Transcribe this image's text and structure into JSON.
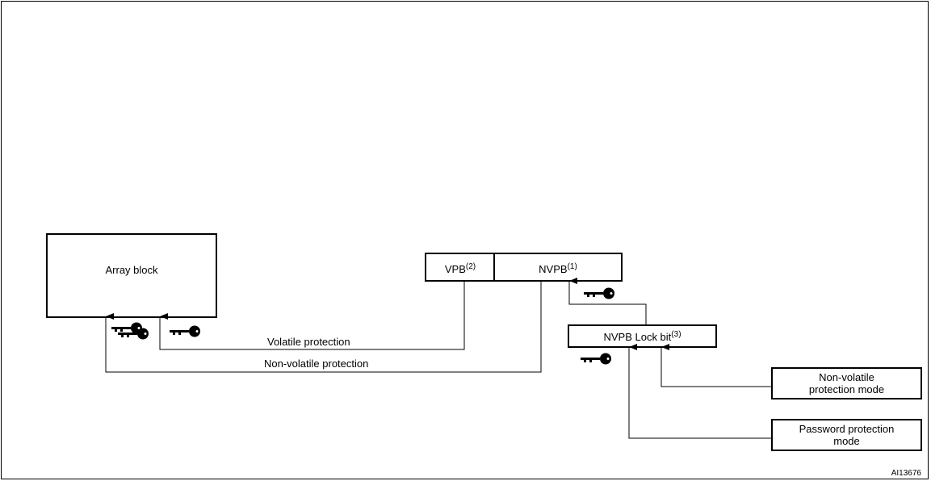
{
  "blocks": {
    "array_block": "Array block",
    "vpb": {
      "text": "VPB",
      "note": "(2)"
    },
    "nvpb": {
      "text": "NVPB",
      "note": "(1)"
    },
    "nvpb_lock": {
      "text": "NVPB Lock bit",
      "note": "(3)"
    },
    "nonvolatile_mode": {
      "line1": "Non-volatile",
      "line2": "protection mode"
    },
    "password_mode": {
      "line1": "Password protection",
      "line2": "mode"
    }
  },
  "connections": {
    "volatile": "Volatile protection",
    "nonvolatile": "Non-volatile protection"
  },
  "figure_id": "AI13676",
  "icons": [
    "key-icon",
    "key-pair-icon"
  ]
}
